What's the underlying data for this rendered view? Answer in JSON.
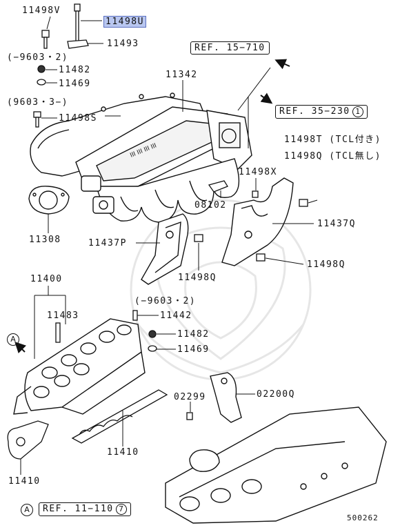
{
  "diagram_number": "500262",
  "highlighted_part": "11498U",
  "part_labels": {
    "p11498V": "11498V",
    "p11498U": "11498U",
    "p11493": "11493",
    "cond_m9603_2_top": "(−9603・2)",
    "p11482_top": "11482",
    "p11469_top": "11469",
    "p11342": "11342",
    "cond_9603_3": "(9603・3−)",
    "p11498S": "11498S",
    "p11498T": "11498T (TCL付き)",
    "p11498Q_right": "11498Q (TCL無し)",
    "p11498X": "11498X",
    "p08102": "08102",
    "p11308": "11308",
    "p11437Q": "11437Q",
    "p11437P": "11437P",
    "p11498Q_center": "11498Q",
    "p11498Q_lower": "11498Q",
    "p11400": "11400",
    "p11483": "11483",
    "cond_m9603_2_mid": "(−9603・2)",
    "p11442": "11442",
    "p11482_mid": "11482",
    "p11469_mid": "11469",
    "p02299": "02299",
    "p02200Q": "02200Q",
    "p11410_center": "11410",
    "p11410_left": "11410"
  },
  "references": {
    "ref_15_710": "REF. 15−710",
    "ref_35_230": "REF. 35−230",
    "ref_35_230_circle": "1",
    "ref_11_110": "REF. 11−110",
    "ref_11_110_circle": "7",
    "marker_a": "A"
  }
}
